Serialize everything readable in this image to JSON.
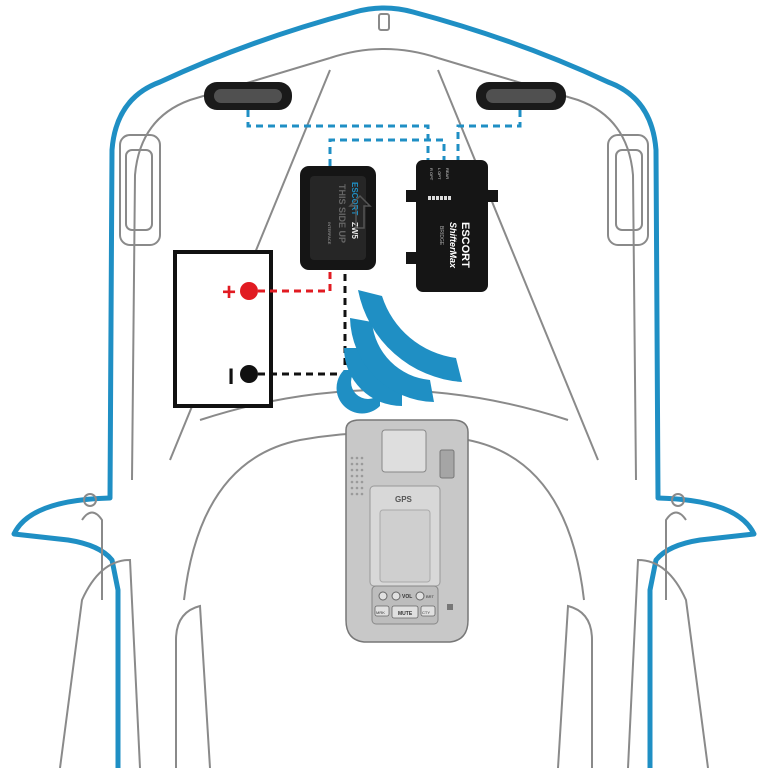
{
  "colors": {
    "car_outline": "#1f8fc4",
    "car_interior_line": "#8a8a8a",
    "wiring_dashed": "#1f8fc4",
    "positive": "#e11b22",
    "negative": "#111111",
    "signal_waves": "#1f8fc4",
    "module_body": "#151515",
    "detector_body": "#c8c8c8"
  },
  "zw5": {
    "brand": "ESCORT",
    "model": "ZW5",
    "sub": "INTERFACE",
    "orientation_text": "THIS SIDE UP"
  },
  "shiftermax": {
    "brand": "ESCORT",
    "model": "ShifterMax",
    "sub": "BRIDGE",
    "ports": [
      "R OPT",
      "L OPT",
      "REAR"
    ]
  },
  "power": {
    "positive_symbol": "+",
    "negative_symbol": "I"
  },
  "detector": {
    "gps_label": "GPS",
    "vol_label": "VOL",
    "mute_label": "MUTE",
    "button_minus": "⊖",
    "button_plus": "⊕",
    "button_power": "⏻",
    "button_brt": "BRT",
    "button_mrk": "MRK",
    "button_cty": "CTY"
  },
  "icons": [
    "wifi-signal-icon",
    "positive-terminal-icon",
    "negative-terminal-icon"
  ]
}
